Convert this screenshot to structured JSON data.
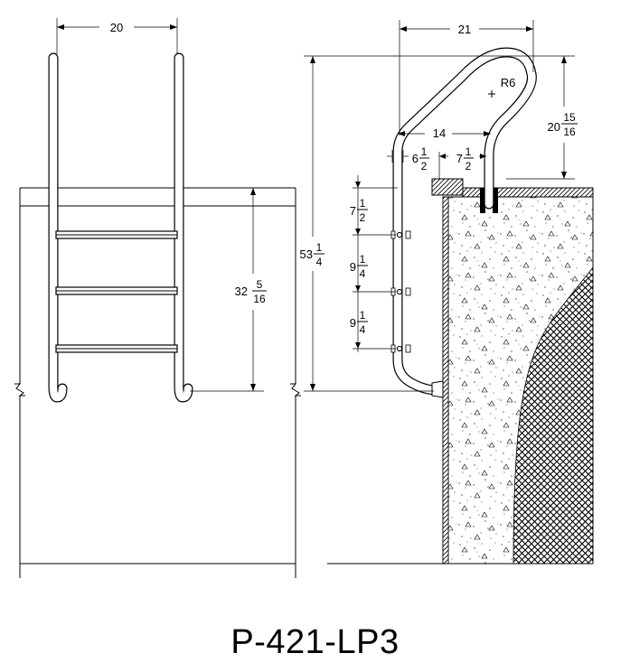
{
  "model_code": "P-421-LP3",
  "front_view": {
    "width_dim": "20",
    "height_dim_whole": "32",
    "height_dim_num": "5",
    "height_dim_den": "16"
  },
  "side_view": {
    "reach_dim": "21",
    "radius_label": "R6",
    "offset_dim": "14",
    "rail_height_whole": "20",
    "rail_height_num": "15",
    "rail_height_den": "16",
    "left_offset_whole": "6",
    "left_offset_num": "1",
    "left_offset_den": "2",
    "right_offset_whole": "7",
    "right_offset_num": "1",
    "right_offset_den": "2",
    "overall_height_whole": "53",
    "overall_height_num": "1",
    "overall_height_den": "4",
    "step_spacing": [
      {
        "whole": "7",
        "num": "1",
        "den": "2"
      },
      {
        "whole": "9",
        "num": "1",
        "den": "4"
      },
      {
        "whole": "9",
        "num": "1",
        "den": "4"
      }
    ]
  }
}
